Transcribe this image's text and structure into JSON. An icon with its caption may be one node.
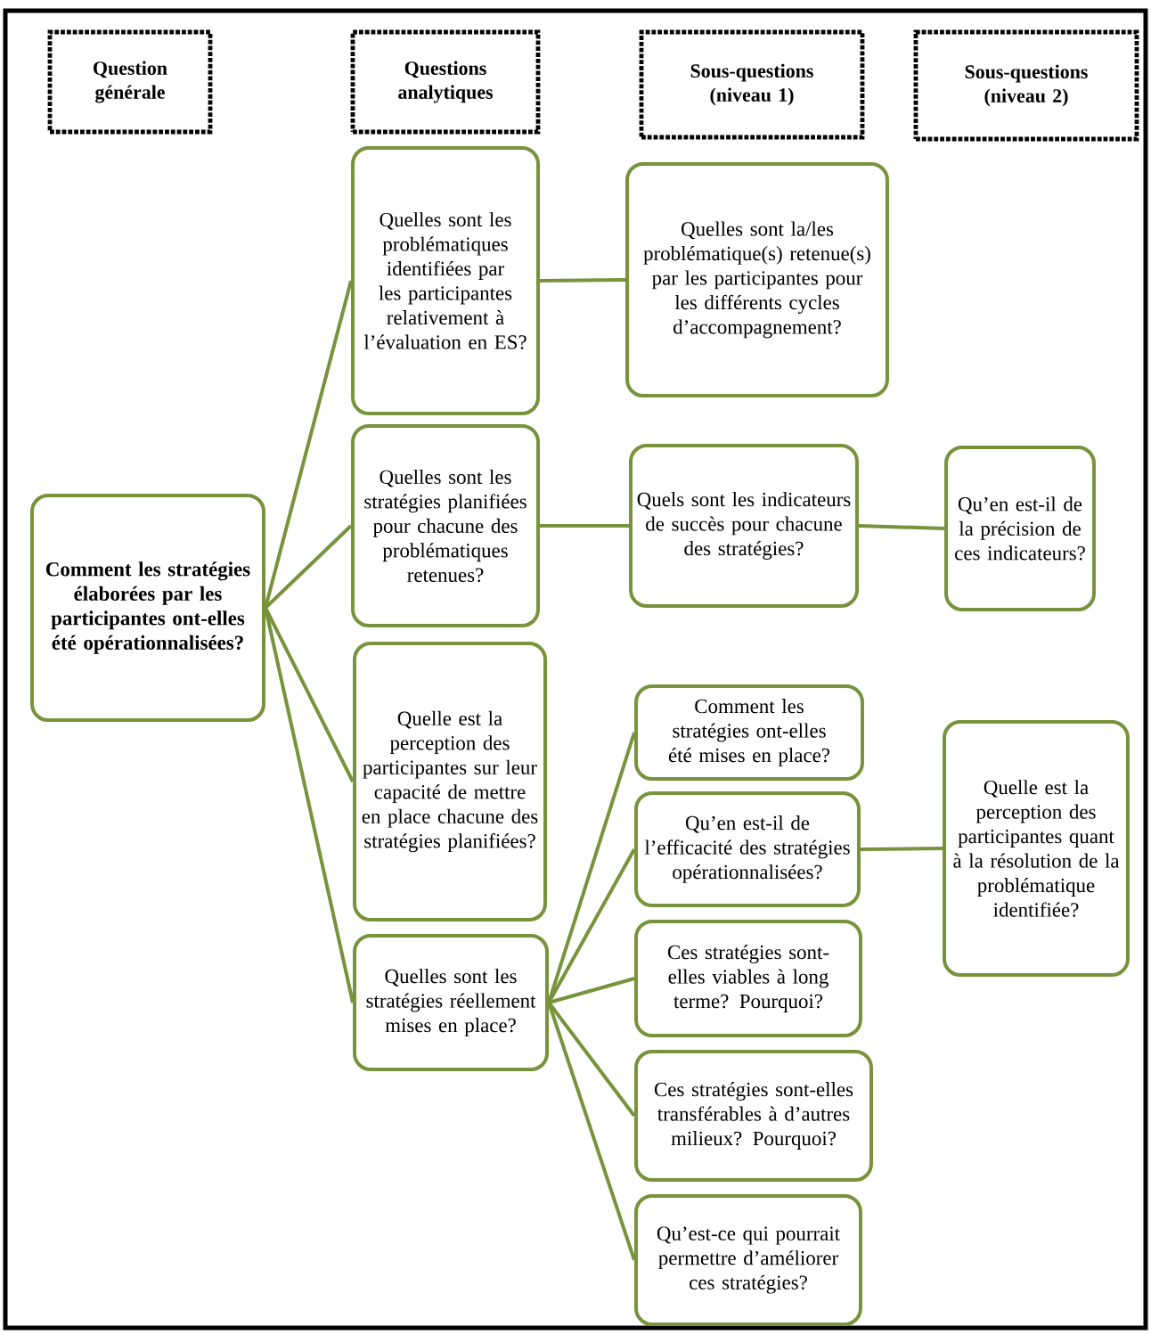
{
  "diagram": {
    "nodes": [
      {
        "text": [
          "Question générale"
        ]
      },
      {
        "text": [
          "Questions analytiques"
        ]
      },
      {
        "text": [
          "Sous-questions (niveau 1)"
        ]
      },
      {
        "text": [
          "Sous-questions (niveau 2)"
        ]
      },
      {
        "text": [
          "Comment les stratégies élaborées par les participantes ont-elles été opérationnalisées?"
        ]
      },
      {
        "text": [
          "Quelles sont les problématiques identifiées par les participantes relativement à l’évaluation en ES?"
        ]
      },
      {
        "text": [
          "Quelles sont les stratégies planifiées pour chacune des problématiques retenues?"
        ]
      },
      {
        "text": [
          "Quelle est la perception des participantes sur leur capacité de mettre en place chacune des stratégies planifiées?"
        ]
      },
      {
        "text": [
          "Quelles sont les stratégies réellement mises en place?"
        ]
      },
      {
        "text": [
          "Quelles sont la/les problématique(s) retenue(s) par les participantes pour les différents cycles d’accompagnement?"
        ]
      },
      {
        "text": [
          "Quels sont les indicateurs de succès pour chacune des stratégies?"
        ]
      },
      {
        "text": [
          "Qu’en est-il de la précision de ces indicateurs?"
        ]
      },
      {
        "text": [
          "Comment les stratégies ont-elles été mises en place?"
        ]
      },
      {
        "text": [
          "Qu’en est-il de l’efficacité des stratégies opérationnalisées?"
        ]
      },
      {
        "text": [
          "Quelle est la perception des participantes quant à la résolution de la problématique identifiée?"
        ]
      },
      {
        "text": [
          "Ces stratégies sont-elles viables à long terme? Pourquoi?"
        ]
      },
      {
        "text": [
          "Ces stratégies sont-elles transférables à d’autres milieux? Pourquoi?"
        ]
      },
      {
        "text": [
          "Qu’est-ce qui pourrait permettre d’améliorer ces stratégies?"
        ]
      }
    ],
    "edges": [
      {
        "from": 4,
        "to": 5,
        "arrow": "none"
      },
      {
        "from": 4,
        "to": 6,
        "arrow": "none"
      },
      {
        "from": 4,
        "to": 7,
        "arrow": "none"
      },
      {
        "from": 4,
        "to": 8,
        "arrow": "none"
      },
      {
        "from": 5,
        "to": 9,
        "arrow": "none"
      },
      {
        "from": 6,
        "to": 10,
        "arrow": "none"
      },
      {
        "from": 10,
        "to": 11,
        "arrow": "none"
      },
      {
        "from": 8,
        "to": 12,
        "arrow": "none"
      },
      {
        "from": 8,
        "to": 13,
        "arrow": "none"
      },
      {
        "from": 8,
        "to": 15,
        "arrow": "none"
      },
      {
        "from": 8,
        "to": 16,
        "arrow": "none"
      },
      {
        "from": 8,
        "to": 17,
        "arrow": "none"
      },
      {
        "from": 13,
        "to": 14,
        "arrow": "none"
      }
    ]
  }
}
